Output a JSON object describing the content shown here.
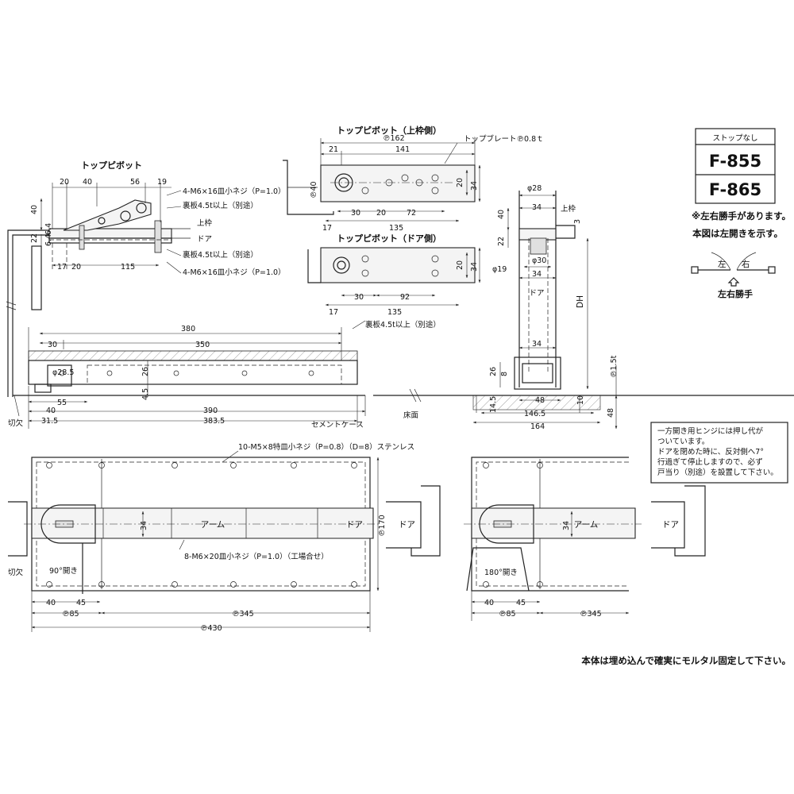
{
  "model_box": {
    "header": "ストップなし",
    "models": [
      "F-855",
      "F-865"
    ]
  },
  "notes": {
    "hand_variants": "※左右勝手があります。",
    "left_hand_shown": "本図は左開きを示す。",
    "left": "左",
    "right": "右",
    "hand_caption": "左右勝手",
    "mortar": "本体は埋め込んで確実にモルタル固定して下さい。",
    "instruction_lines": [
      "一方開き用ヒンジには押し代が",
      "ついています。",
      "ドアを閉めた時に、反対側へ7°",
      "行過ぎて停止しますので、必ず",
      "戸当り（別途）を設置して下さい。"
    ]
  },
  "titles": {
    "top_pivot": "トップピボット",
    "top_pivot_frame": "トップピボット（上枠側）",
    "top_pivot_door": "トップピボット（ドア側）",
    "top_plate": "トップブレート℗0.8ｔ"
  },
  "callouts": {
    "screw_upper": "4-M6×16皿小ネジ（P=1.0）",
    "back_plate_upper": "裏板4.5t以上（別途）",
    "frame": "上枠",
    "door": "ドア",
    "back_plate_lower": "裏板4.5t以上（別途）",
    "screw_lower": "4-M6×16皿小ネジ（P=1.0）",
    "back_plate_case": "裏板4.5t以上（別途）",
    "cutout": "切欠",
    "cement_case": "セメントケース",
    "floor": "床面",
    "case_screws": "10-M5×8特皿小ネジ（P=0.8）（D=8）ステンレス",
    "arm_screws": "8-M6×20皿小ネジ（P=1.0）（工場合せ）",
    "arm": "アーム",
    "open_90": "90°開き",
    "open_180": "180°開き",
    "frame_right": "上枠",
    "door_side": "ドア",
    "dh": "DH",
    "thickness": "℗1.5t"
  },
  "dims": {
    "tp": [
      "20",
      "40",
      "56",
      "19",
      "40",
      "22",
      "6.4",
      "6.4",
      "17",
      "20",
      "115"
    ],
    "frame_side": [
      "℗162",
      "21",
      "141",
      "℗40",
      "20",
      "34",
      "30",
      "20",
      "72",
      "17",
      "135"
    ],
    "door_side": [
      "30",
      "92",
      "17",
      "135",
      "20",
      "34"
    ],
    "case": [
      "380",
      "30",
      "350",
      "φ28.5",
      "26",
      "55",
      "4.5",
      "40",
      "390",
      "31.5",
      "383.5"
    ],
    "side": [
      "φ28",
      "34",
      "40",
      "3",
      "22",
      "φ19",
      "φ30",
      "34",
      "34",
      "26",
      "8",
      "14.5",
      "48",
      "146.5",
      "164",
      "10",
      "48"
    ],
    "plan": [
      "34",
      "℗170",
      "40",
      "45",
      "℗85",
      "℗345",
      "℗430"
    ],
    "plan2": [
      "34",
      "40",
      "45",
      "℗85",
      "℗345"
    ]
  }
}
